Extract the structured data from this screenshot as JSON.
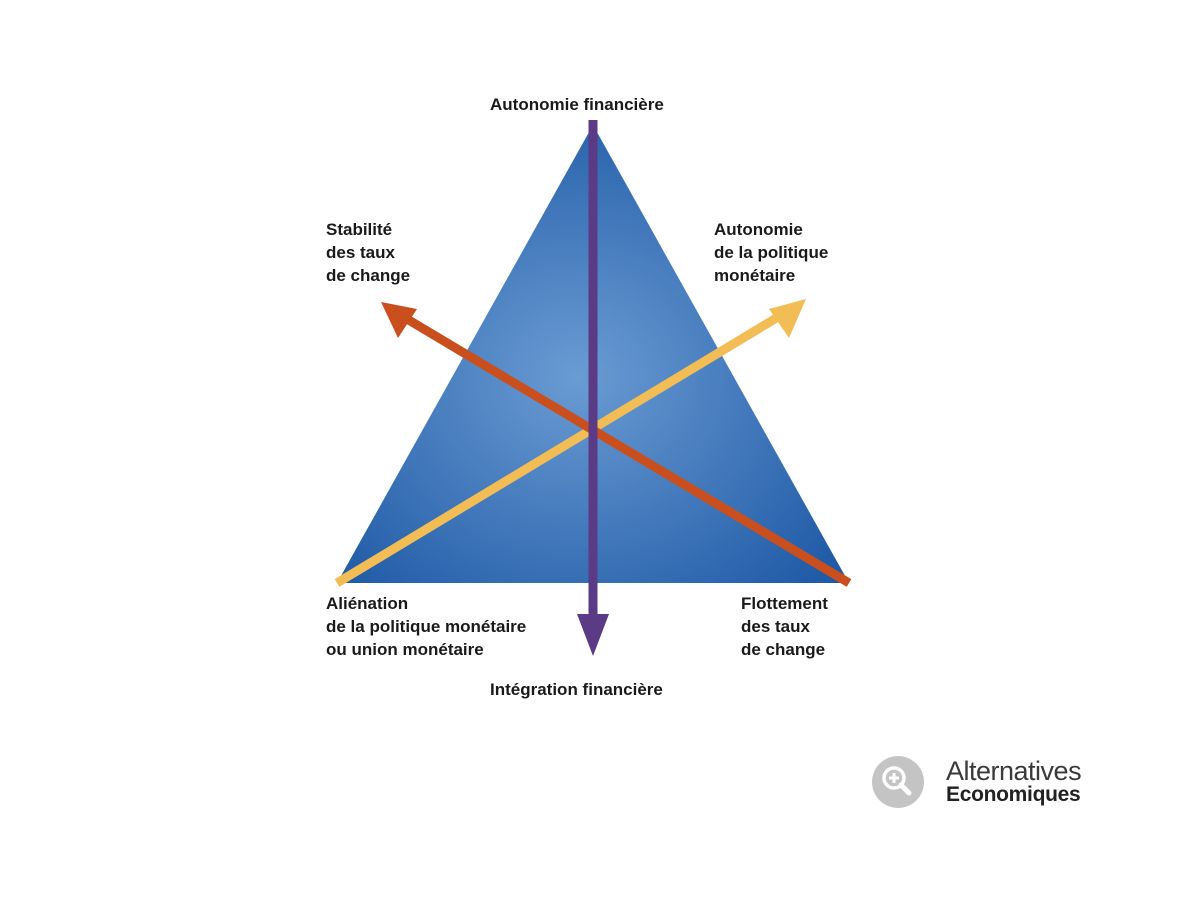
{
  "diagram": {
    "vertices": {
      "top": [
        "Autonomie financière"
      ],
      "bottom": [
        "Intégration financière"
      ],
      "left": [
        "Stabilité",
        "des taux",
        "de change"
      ],
      "right": [
        "Autonomie",
        "de la politique",
        "monétaire"
      ],
      "bottom_left": [
        "Aliénation",
        "de la politique monétaire",
        "ou union monétaire"
      ],
      "bottom_right": [
        "Flottement",
        "des taux",
        "de change"
      ]
    },
    "colors": {
      "triangle_light": "#6a9bd3",
      "triangle_dark": "#1f5aa6",
      "vertical_arrow": "#5b3a86",
      "orange_arrow": "#c9501e",
      "yellow_arrow": "#f2bd55"
    }
  },
  "logo": {
    "line1": "Alternatives",
    "line2": "Economiques",
    "icon": "zoom-in-icon"
  }
}
